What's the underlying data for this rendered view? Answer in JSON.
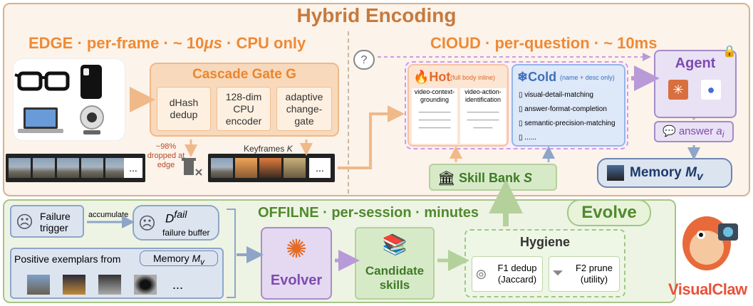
{
  "title": "Hybrid Encoding",
  "edge": {
    "header": "EDGE · per-frame · ~10μs · CPU only",
    "gate_title": "Cascade Gate G",
    "stages": [
      "dHash dedup",
      "128-dim CPU encoder",
      "adaptive change-gate"
    ],
    "dropped": "~98% dropped at edge",
    "keyframes": "Keyframes K",
    "ellipsis": "..."
  },
  "cloud": {
    "header": "CIOUD · per-question · ~10ms",
    "question_mark": "?",
    "hot_title": "Hot",
    "hot_note": "(full body inline)",
    "hot_skills": [
      "video-context-grounding",
      "video-action-identification"
    ],
    "cold_title": "Cold",
    "cold_note": "(name + desc only)",
    "cold_skills": [
      "visual-detail-matching",
      "answer-format-completion",
      "semantic-precision-matching",
      "......"
    ],
    "skill_bank": "Skill Bank S",
    "agent": "Agent",
    "answer": "answer a_i",
    "memory": "Memory M_v"
  },
  "offline": {
    "header": "OFFILNE · per-session · minutes",
    "evolve": "Evolve",
    "failure_trigger": "Failure trigger",
    "accumulate": "accumulate",
    "failure_buffer_symbol": "D^fail",
    "failure_buffer_label": "failure buffer",
    "positive_from": "Positive exemplars from",
    "positive_memory": "Memory M_v",
    "ellipsis": "...",
    "evolver": "Evolver",
    "candidate": "Candidate skills",
    "hygiene": "Hygiene",
    "f1": "F1 dedup (Jaccard)",
    "f2": "F2 prune (utility)"
  },
  "brand": "VisualClaw",
  "colors": {
    "orange": "#ee8a36",
    "green": "#4f8a2d",
    "purple": "#7d4bb0",
    "blue": "#3f6fb8"
  }
}
